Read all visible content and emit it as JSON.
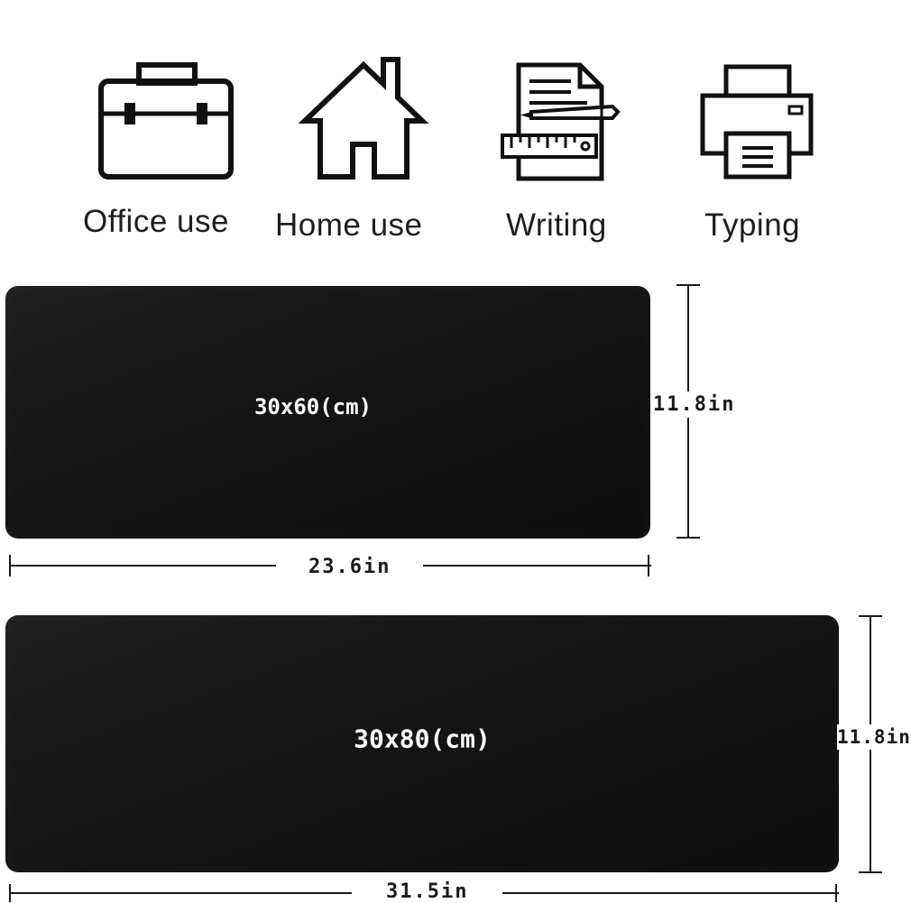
{
  "uses": [
    {
      "label": "Office use",
      "icon": "briefcase-icon"
    },
    {
      "label": "Home use",
      "icon": "house-icon"
    },
    {
      "label": "Writing",
      "icon": "document-pencil-ruler-icon"
    },
    {
      "label": "Typing",
      "icon": "printer-icon"
    }
  ],
  "mats": [
    {
      "size_label": "30x60(cm)",
      "width_label": "23.6in",
      "height_label": "11.8in"
    },
    {
      "size_label": "30x80(cm)",
      "width_label": "31.5in",
      "height_label": "11.8in"
    }
  ],
  "colors": {
    "mat": "#141414",
    "background": "#ffffff",
    "ink": "#1a1a1a"
  }
}
